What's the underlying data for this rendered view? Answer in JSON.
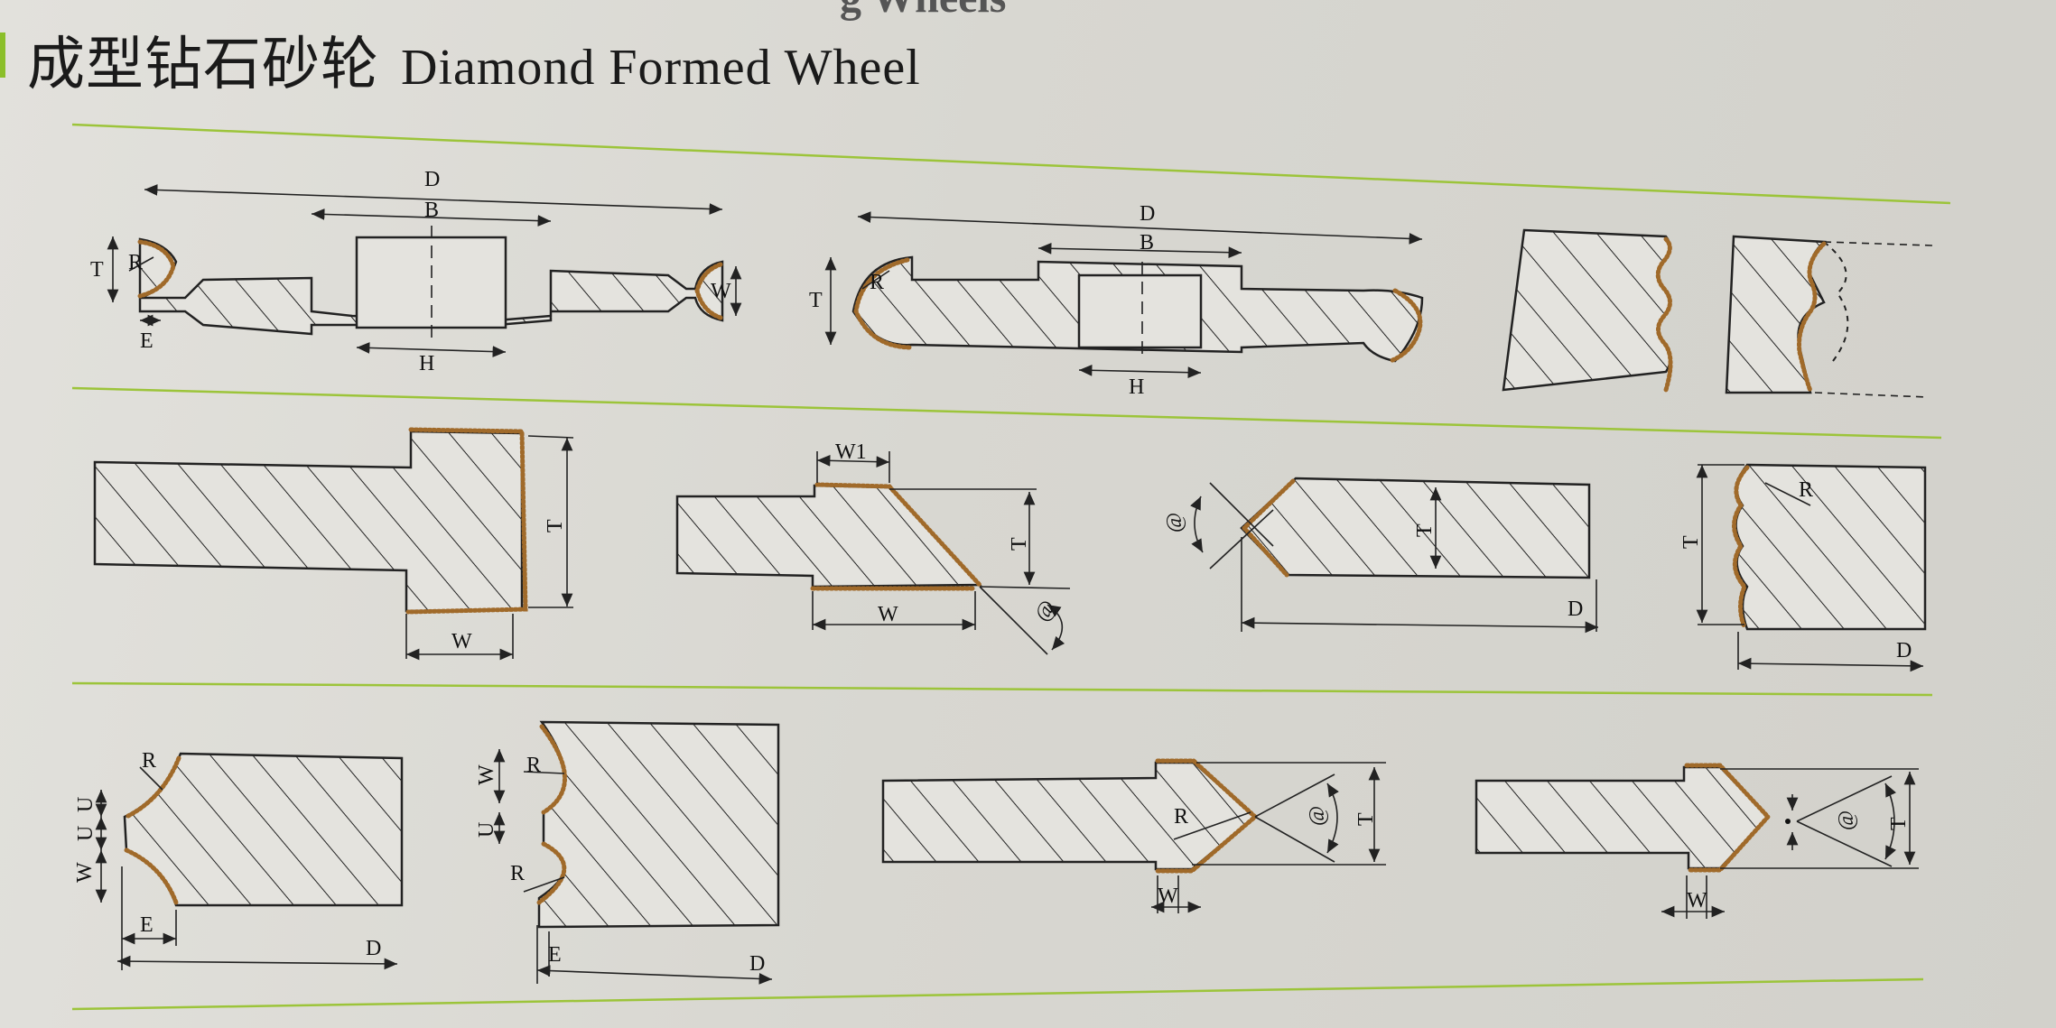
{
  "header": {
    "top_fragment": "g Wheels",
    "title_cn": "成型钻石砂轮",
    "title_en": "Diamond Formed Wheel"
  },
  "labels": {
    "D": "D",
    "B": "B",
    "H": "H",
    "T": "T",
    "R": "R",
    "E": "E",
    "W": "W",
    "W1": "W1",
    "U": "U",
    "angle": "@"
  },
  "colors": {
    "separator": "#9cc43a",
    "diamond_grit": "#a06a2a",
    "line": "#222222"
  }
}
